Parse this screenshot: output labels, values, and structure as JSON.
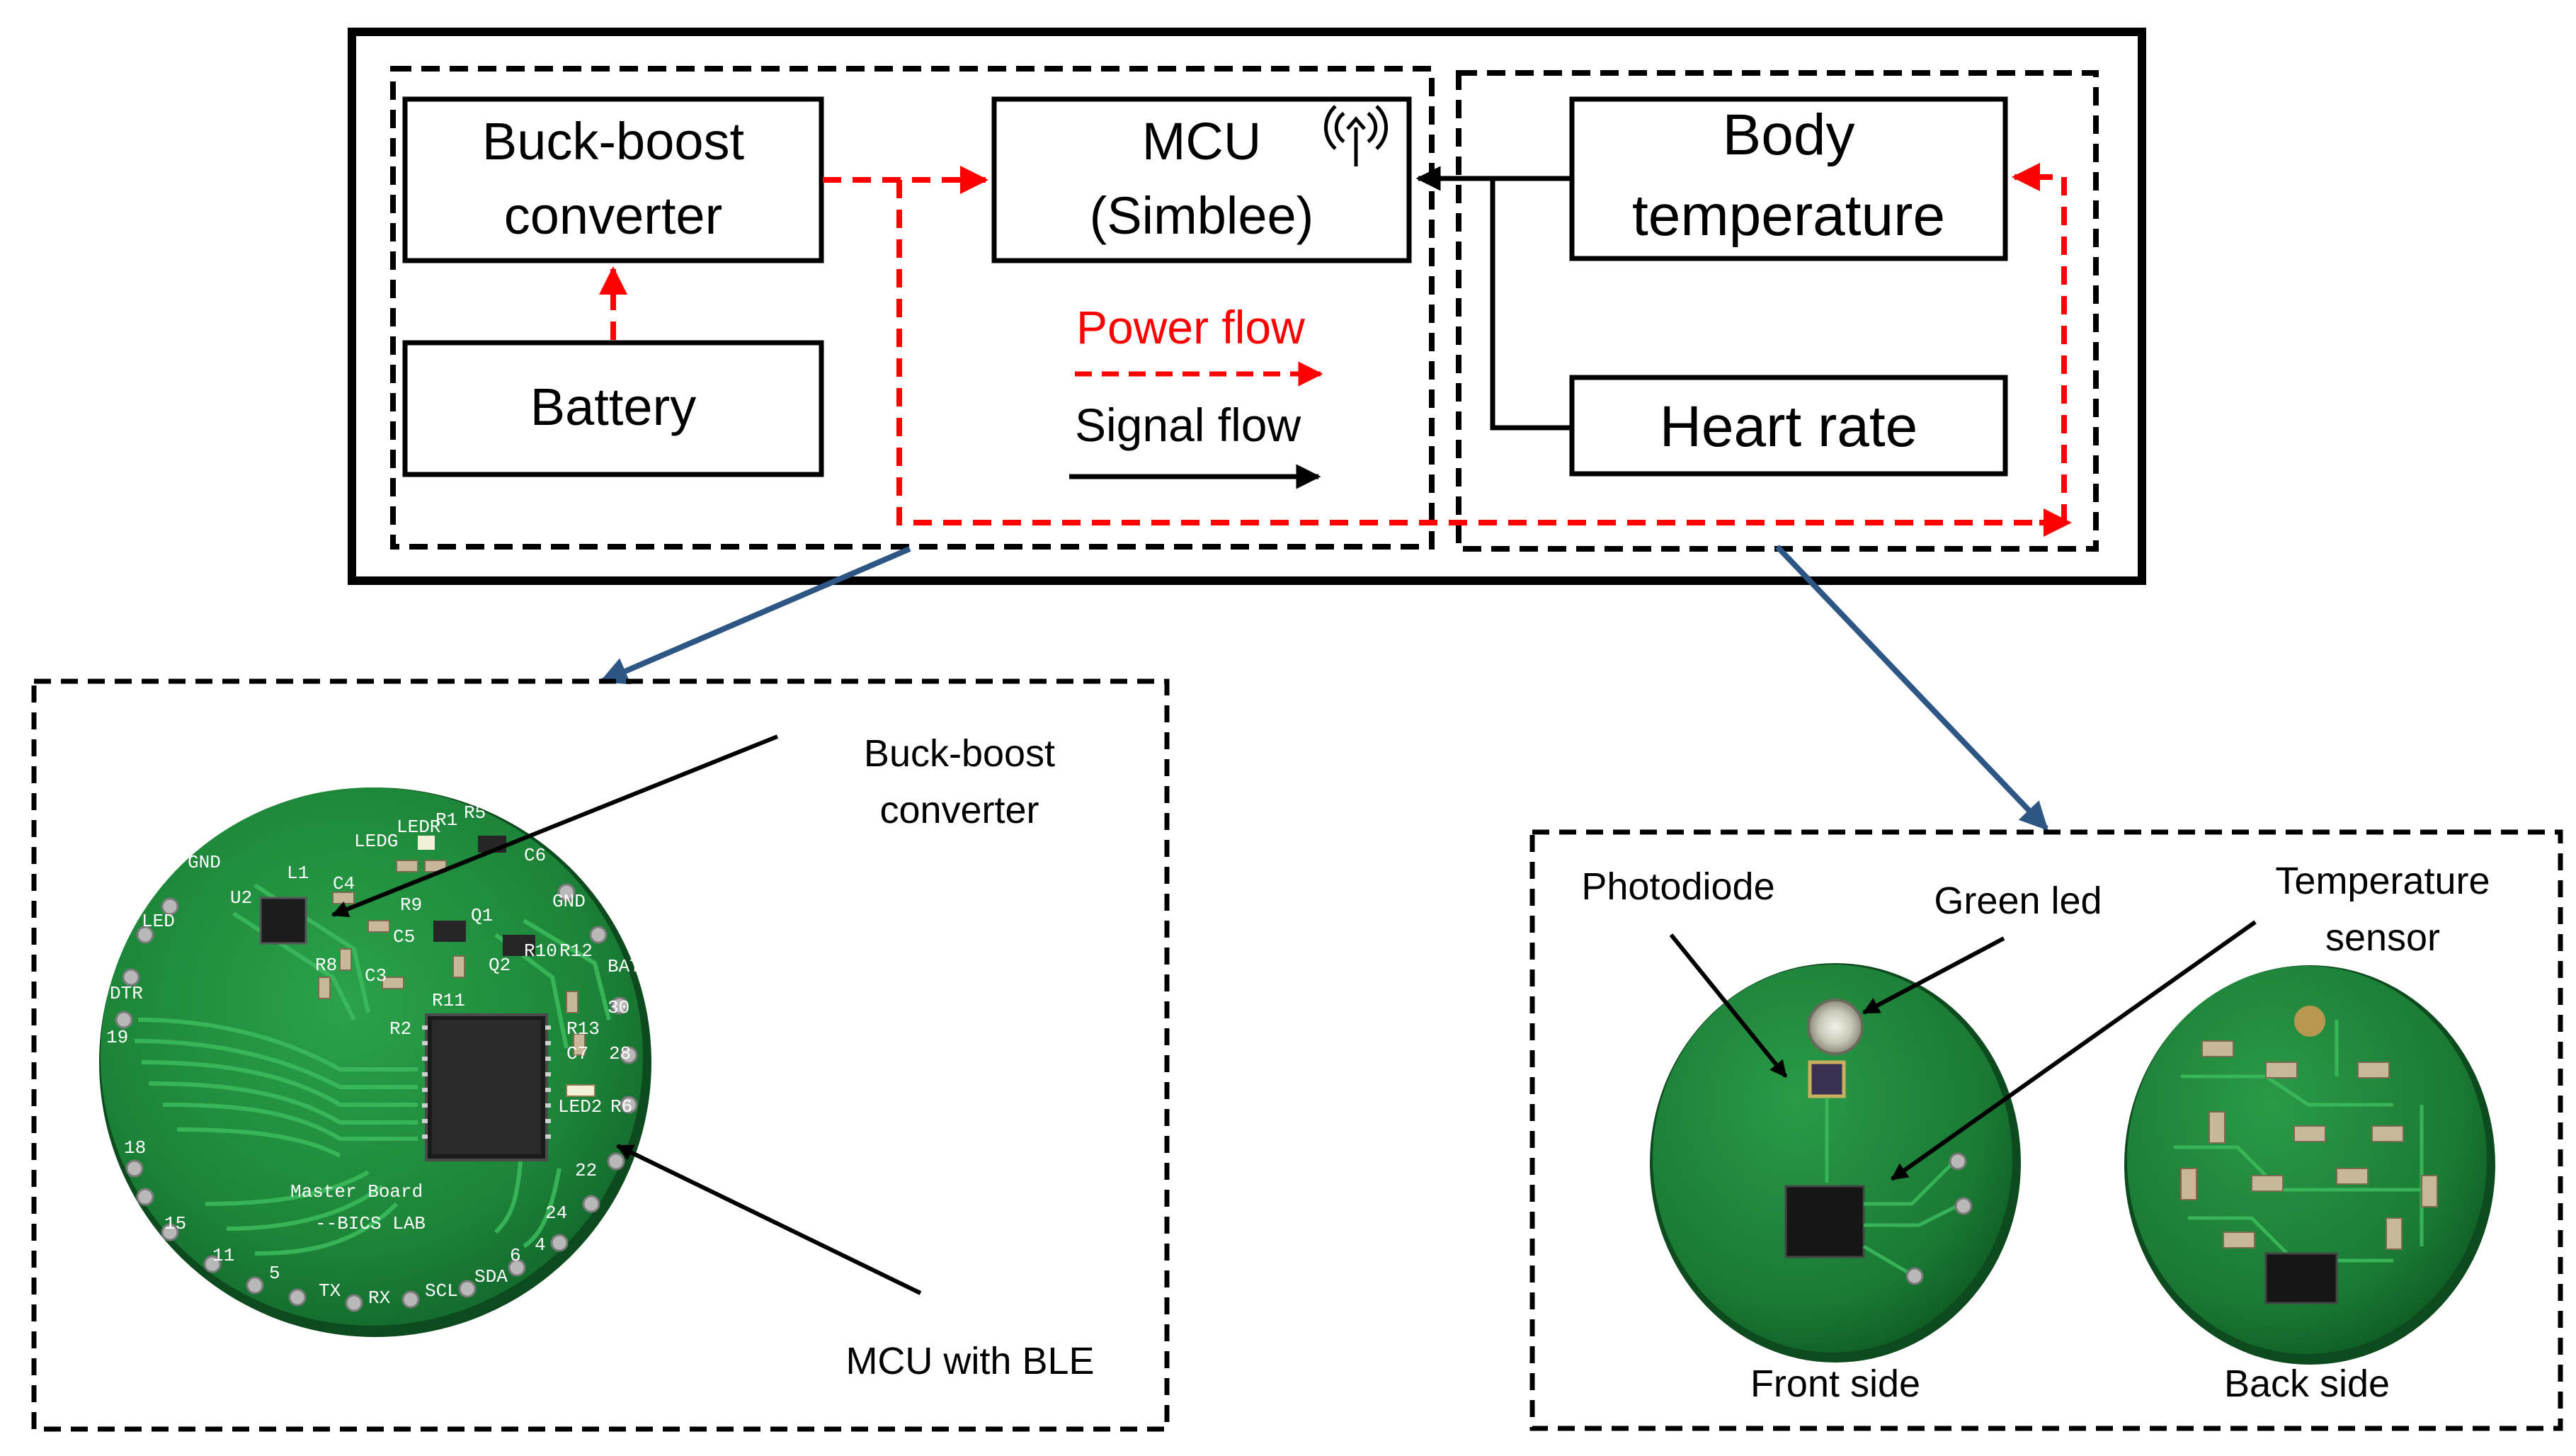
{
  "diagram": {
    "blocks": {
      "buck_boost": [
        "Buck-boost",
        "converter"
      ],
      "battery": "Battery",
      "mcu": [
        "MCU",
        "(Simblee)"
      ],
      "body_temp": [
        "Body",
        "temperature"
      ],
      "heart_rate": "Heart rate"
    },
    "legend": {
      "power_flow": "Power flow",
      "signal_flow": "Signal flow"
    },
    "colors": {
      "power": "#ff0000",
      "signal": "#000000",
      "pointer": "#2d5685",
      "pcb_green": "#1f8a3c"
    },
    "icons": {
      "antenna": "antenna-icon"
    }
  },
  "photos": {
    "master_board": {
      "callouts": {
        "buck_boost": [
          "Buck-boost",
          "converter"
        ],
        "mcu_ble": "MCU with BLE"
      },
      "silkscreen": {
        "title": "Master Board",
        "subtitle": "--BICS LAB",
        "pins": [
          "GND",
          "U2",
          "LED",
          "DTR",
          "19",
          "18",
          "15",
          "11",
          "5",
          "TX",
          "RX",
          "SCL",
          "SDA",
          "6",
          "4",
          "24",
          "22",
          "LED2",
          "R6",
          "28",
          "30",
          "BAT",
          "GND",
          "R12",
          "R13",
          "C7",
          "R11",
          "R2",
          "C3",
          "C5",
          "R8",
          "Q1",
          "Q2",
          "R10",
          "R9",
          "C4",
          "R1",
          "R5",
          "C6",
          "LEDR",
          "LEDG",
          "L1"
        ]
      }
    },
    "sensor_board": {
      "callouts": {
        "photodiode": "Photodiode",
        "green_led": "Green led",
        "temp_sensor": [
          "Temperature",
          "sensor"
        ]
      },
      "captions": {
        "front": "Front side",
        "back": "Back side"
      }
    }
  }
}
